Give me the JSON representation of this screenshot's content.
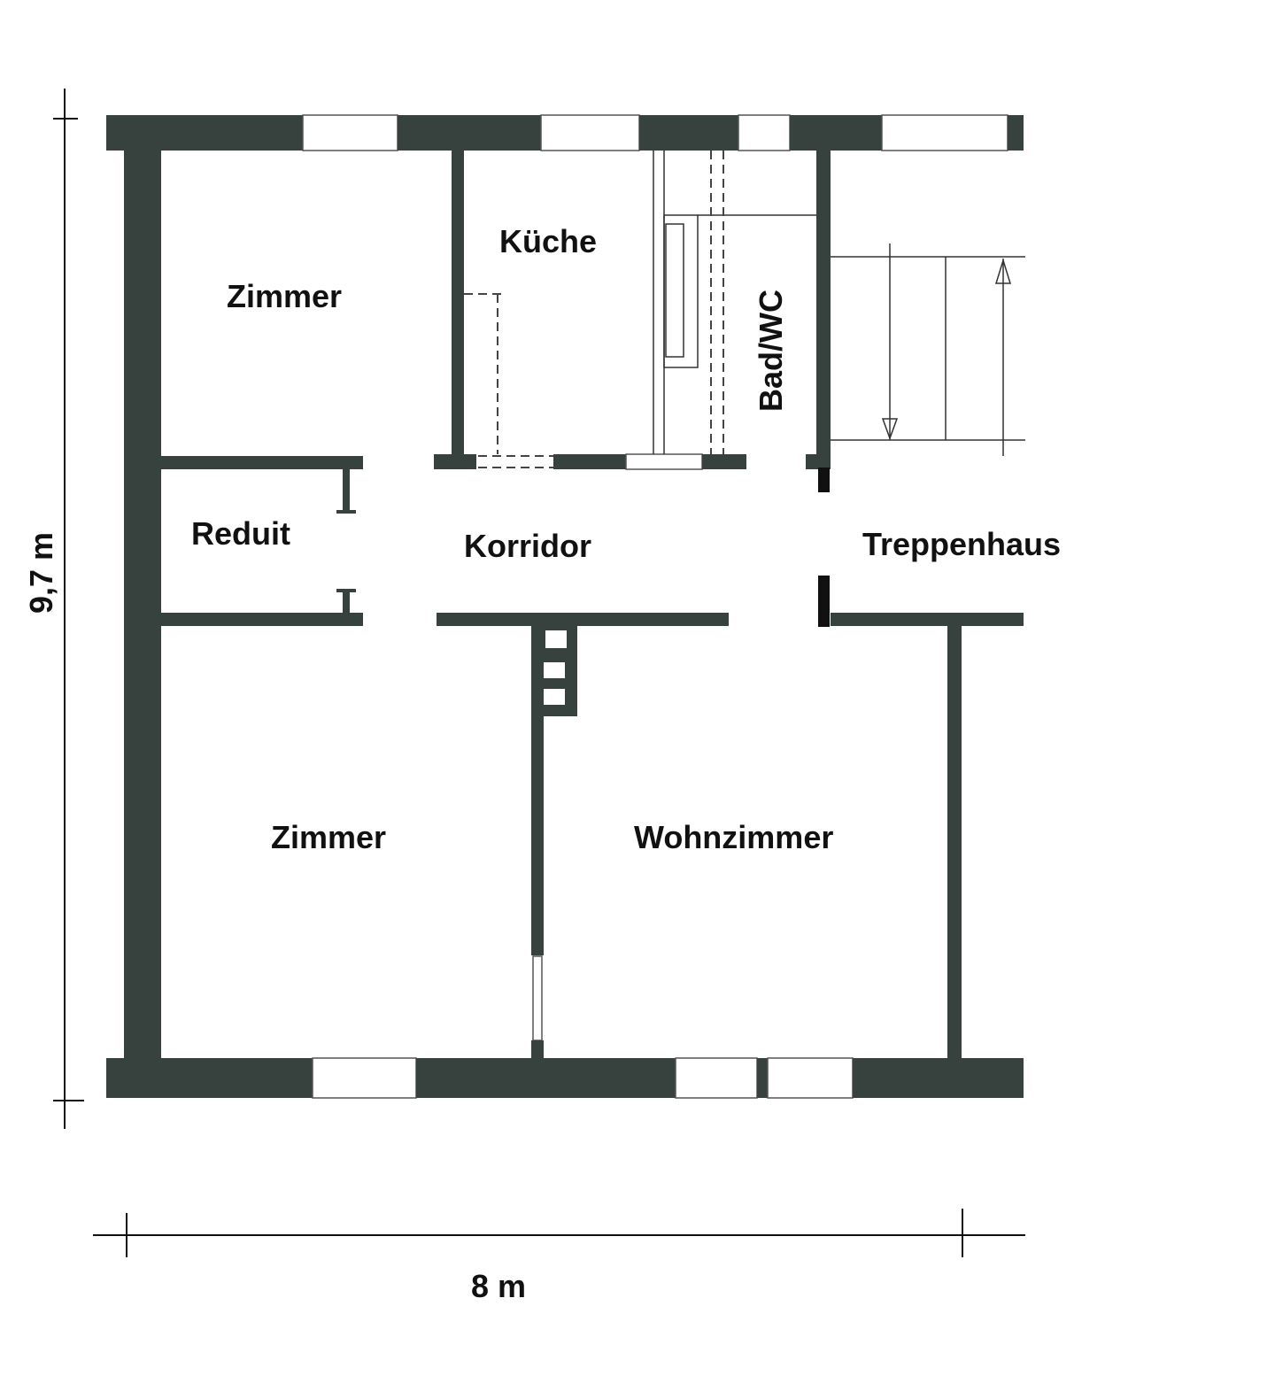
{
  "floorplan": {
    "rooms": [
      {
        "id": "zimmer-top",
        "label": "Zimmer"
      },
      {
        "id": "kueche",
        "label": "Küche"
      },
      {
        "id": "bad-wc",
        "label": "Bad/WC"
      },
      {
        "id": "reduit",
        "label": "Reduit"
      },
      {
        "id": "korridor",
        "label": "Korridor"
      },
      {
        "id": "treppenhaus",
        "label": "Treppenhaus"
      },
      {
        "id": "zimmer-bottom",
        "label": "Zimmer"
      },
      {
        "id": "wohnzimmer",
        "label": "Wohnzimmer"
      }
    ],
    "dimensions": {
      "height": "9,7 m",
      "width": "8 m"
    },
    "colors": {
      "wall": "#37423f",
      "background": "#ffffff",
      "text": "#111111"
    }
  }
}
